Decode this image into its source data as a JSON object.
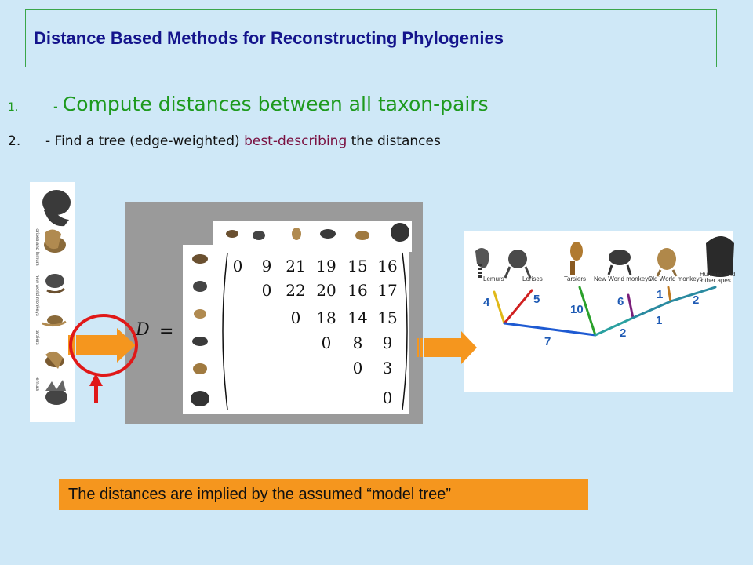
{
  "slide": {
    "title": "Distance Based Methods for Reconstructing Phylogenies",
    "bullets": [
      {
        "number": "1.",
        "dash": "-",
        "text": "Compute distances between all taxon-pairs"
      },
      {
        "number": "2.",
        "text_before": "- Find a tree (edge-weighted) ",
        "highlight": "best-describing",
        "text_after": " the distances"
      }
    ],
    "caption": "The distances are implied by the assumed “model tree”"
  },
  "matrix": {
    "symbol": "D",
    "equals": "=",
    "rows": [
      [
        "0",
        "9",
        "21",
        "19",
        "15",
        "16"
      ],
      [
        "",
        "0",
        "22",
        "20",
        "16",
        "17"
      ],
      [
        "",
        "",
        "0",
        "18",
        "14",
        "15"
      ],
      [
        "",
        "",
        "",
        "0",
        "8",
        "9"
      ],
      [
        "",
        "",
        "",
        "",
        "0",
        "3"
      ],
      [
        "",
        "",
        "",
        "",
        "",
        "0"
      ]
    ]
  },
  "taxa": {
    "lemurs": "Lemurs",
    "lorises": "Lorises",
    "tarsiers": "Tarsiers",
    "new_world": "New World monkeys",
    "old_world": "Old World monkeys",
    "humans_1": "Humans and",
    "humans_2": "other apes"
  },
  "edge_weights": {
    "lemurs": "4",
    "lorises": "5",
    "tarsiers": "10",
    "new_world": "6",
    "old_world": "1",
    "humans": "2",
    "root_edge": "7",
    "inner_1": "2",
    "inner_2": "1"
  },
  "colors": {
    "background": "#cfe8f7",
    "title": "#14148c",
    "bullet1": "#1e9a1e",
    "highlight": "#7a1040",
    "caption_bg": "#f5961e",
    "arrow": "#f5961e",
    "red": "#e01818",
    "weight_label": "#1e5ab4"
  }
}
